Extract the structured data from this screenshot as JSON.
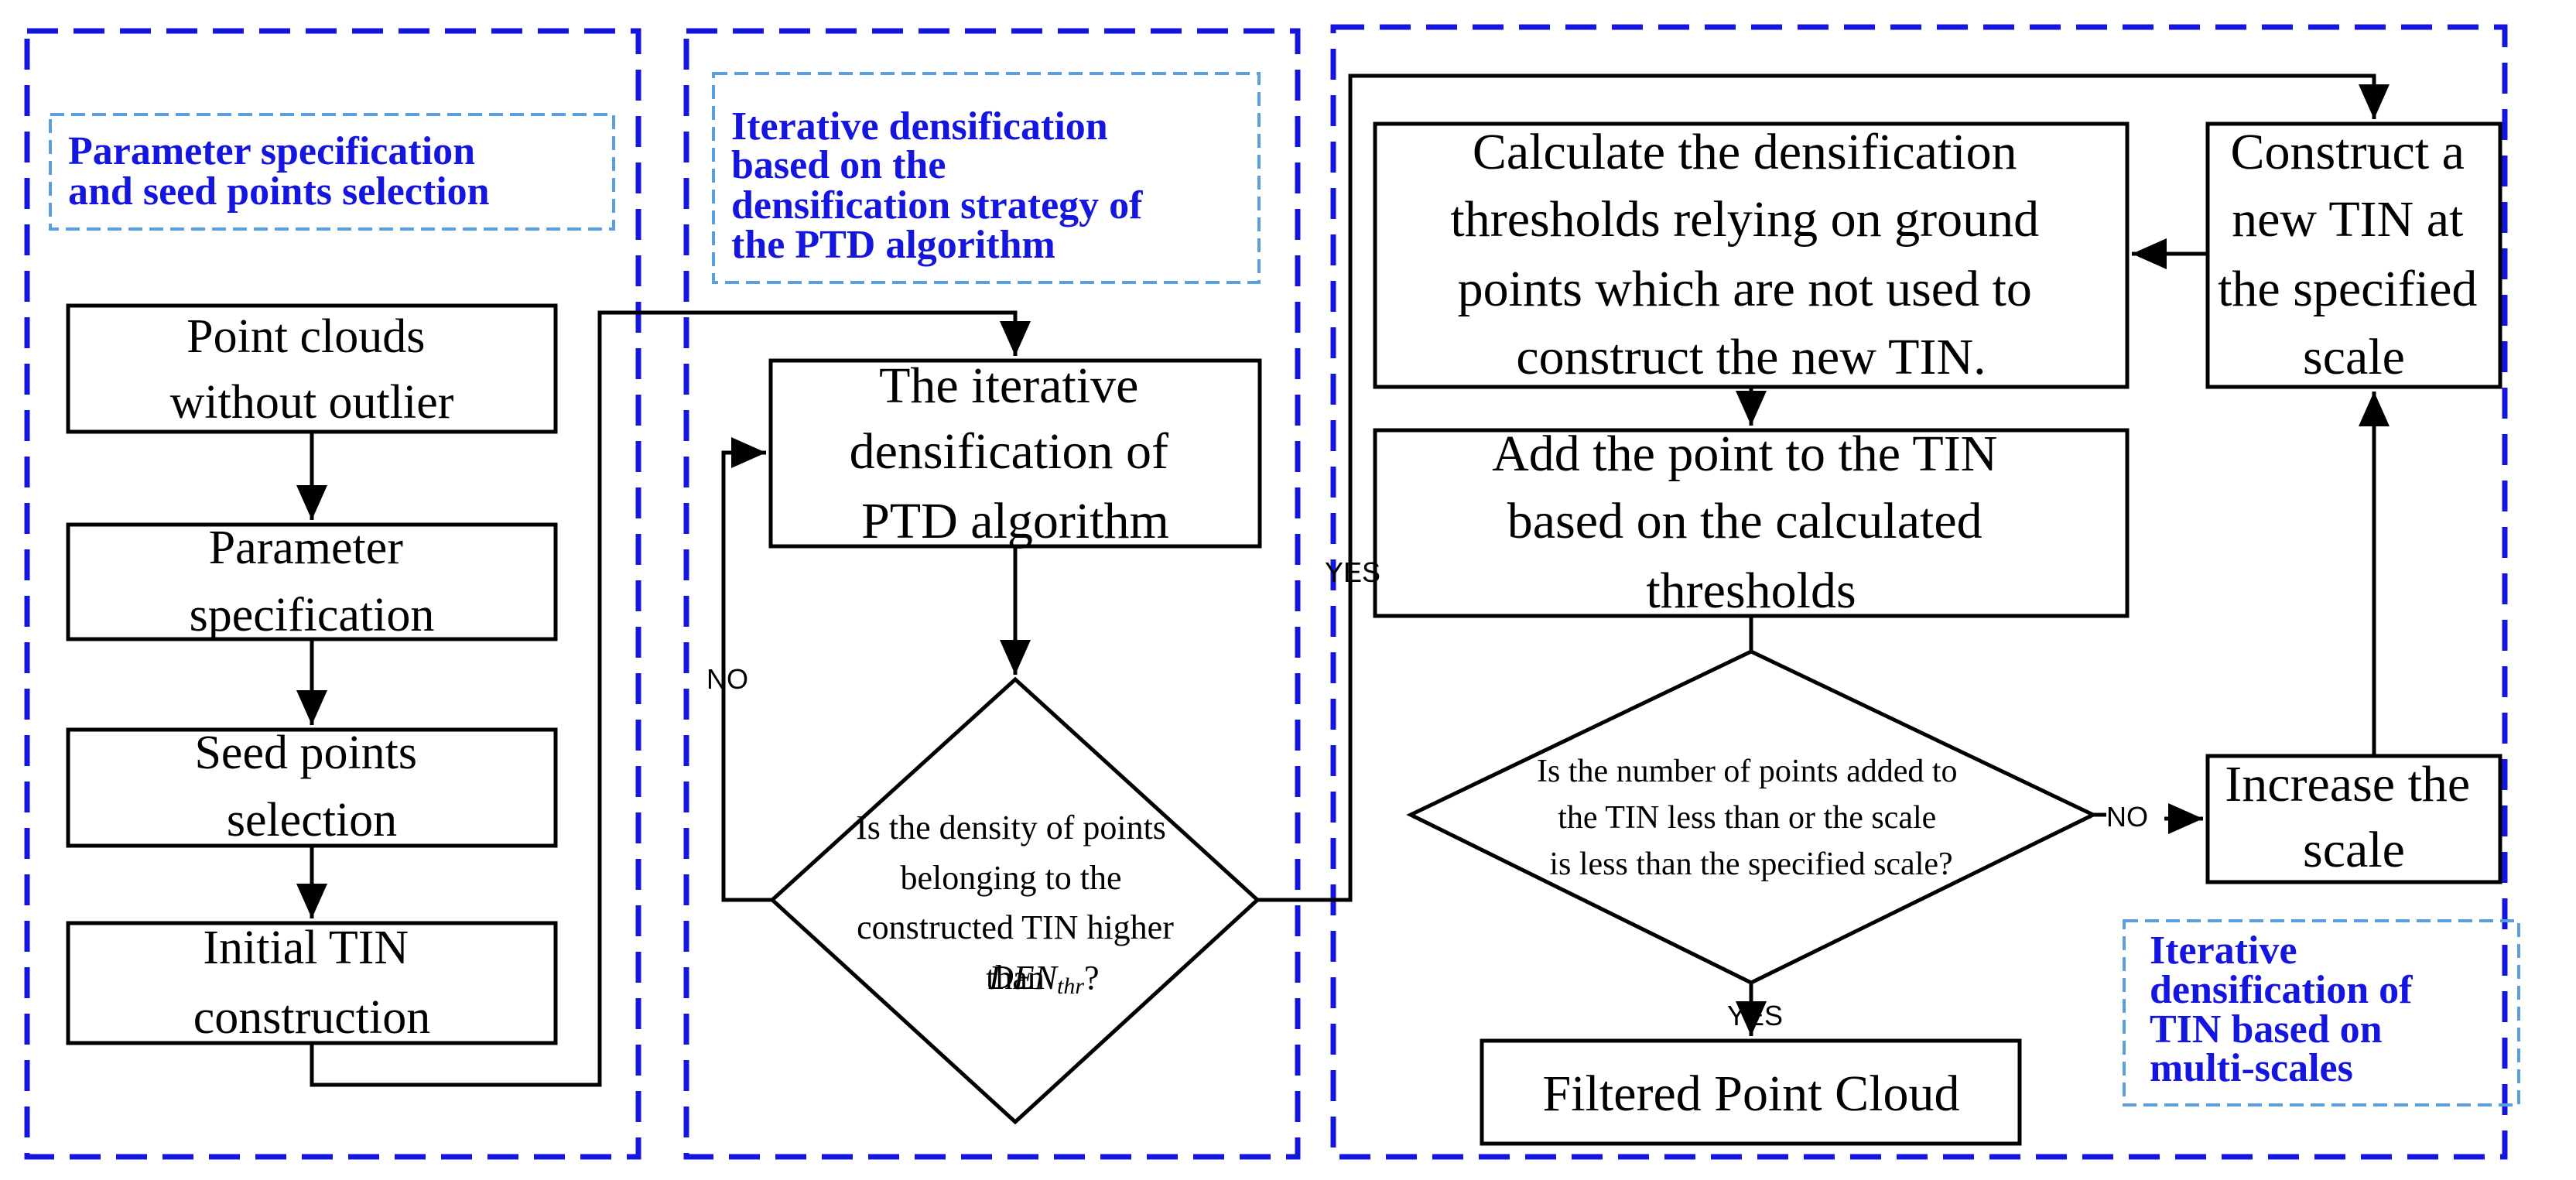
{
  "panels": {
    "left_title": [
      "Parameter specification",
      "and seed points selection"
    ],
    "middle_title": [
      "Iterative densification",
      "based on the",
      "densification strategy of",
      "the PTD algorithm"
    ],
    "right_title": [
      "Iterative",
      "densification of",
      "TIN based on",
      "multi-scales"
    ]
  },
  "nodes": {
    "point_clouds": [
      "Point clouds",
      "without outlier"
    ],
    "parameter_spec": [
      "Parameter",
      "specification"
    ],
    "seed_points": [
      "Seed points",
      "selection"
    ],
    "initial_tin": [
      "Initial TIN",
      "construction"
    ],
    "iterative_densification": [
      "The iterative",
      "densification of",
      "PTD algorithm"
    ],
    "density_decision": [
      "Is the density of points",
      "belonging to the",
      "constructed TIN higher",
      "than DENthr?"
    ],
    "calculate_thresholds": [
      "Calculate the densification",
      "thresholds relying on ground",
      "points which are not used to",
      "construct the new TIN."
    ],
    "add_point": [
      "Add the point to the TIN",
      "based on the calculated",
      "thresholds"
    ],
    "points_decision": [
      "Is the number of points added to",
      "the TIN less than  or the scale",
      "is less than the specified scale?"
    ],
    "construct_new_tin": [
      "Construct a",
      "new TIN at",
      "the specified",
      "scale"
    ],
    "increase_scale": [
      "Increase the",
      "scale"
    ],
    "filtered_cloud": [
      "Filtered Point Cloud"
    ]
  },
  "labels": {
    "no_loop": "NO",
    "yes_branch": "YES",
    "no_scale": "NO",
    "yes_final": "YES",
    "den_thr_main": "DEN",
    "den_thr_sub": "thr"
  },
  "colors": {
    "panel_border": "#1515e0",
    "title_box_border": "#5aa0e0",
    "title_text": "#1515e0",
    "lines": "#000000"
  }
}
